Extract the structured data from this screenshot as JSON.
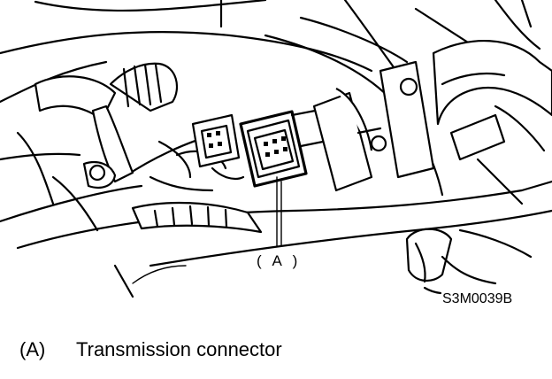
{
  "callout": {
    "label": "( A )"
  },
  "figure_code": "S3M0039B",
  "caption": {
    "key": "(A)",
    "text": "Transmission connector"
  },
  "colors": {
    "ink": "#000000",
    "paper": "#ffffff"
  }
}
